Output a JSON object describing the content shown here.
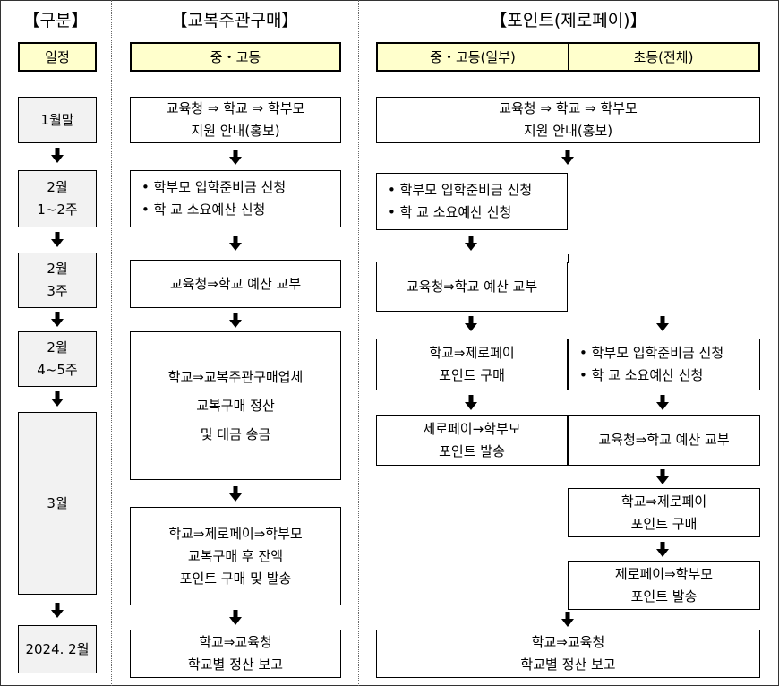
{
  "columns": {
    "schedule_title": "【구분】",
    "uniform_title": "【교복주관구매】",
    "point_title": "【포인트(제로페이)】"
  },
  "headers": {
    "schedule": "일정",
    "uniform": "중・고등",
    "point_partial": "중・고등(일부)",
    "point_all": "초등(전체)"
  },
  "schedule": [
    "1월말",
    "2월",
    "1~2주",
    "2월",
    "3주",
    "2월",
    "4~5주",
    "3월",
    "2024. 2월"
  ],
  "uniform": {
    "s1": [
      "교육청 ⇒ 학교 ⇒ 학부모",
      "지원 안내(홍보)"
    ],
    "s2": [
      "• 학부모 입학준비금 신청",
      "• 학 교 소요예산 신청"
    ],
    "s3": [
      "교육청⇒학교 예산 교부"
    ],
    "s4": [
      "학교⇒교복주관구매업체",
      "교복구매 정산",
      "및 대금 송금"
    ],
    "s5": [
      "학교⇒제로페이⇒학부모",
      "교복구매 후 잔액",
      "포인트 구매 및 발송"
    ],
    "s6": [
      "학교⇒교육청",
      "학교별 정산 보고"
    ]
  },
  "point": {
    "p1": [
      "교육청 ⇒ 학교 ⇒ 학부모",
      "지원 안내(홍보)"
    ],
    "p2": [
      "• 학부모 입학준비금 신청",
      "• 학 교 소요예산 신청"
    ],
    "p3": [
      "교육청⇒학교 예산 교부"
    ],
    "a1": [
      "학교⇒제로페이",
      "포인트 구매"
    ],
    "a2": [
      "제로페이→학부모",
      "포인트 발송"
    ],
    "b1": [
      "• 학부모 입학준비금 신청",
      "• 학 교 소요예산 신청"
    ],
    "b2": [
      "교육청⇒학교 예산 교부"
    ],
    "b3": [
      "학교⇒제로페이",
      "포인트 구매"
    ],
    "b4": [
      "제로페이⇒학부모",
      "포인트 발송"
    ],
    "final": [
      "학교⇒교육청",
      "학교별 정산 보고"
    ]
  }
}
